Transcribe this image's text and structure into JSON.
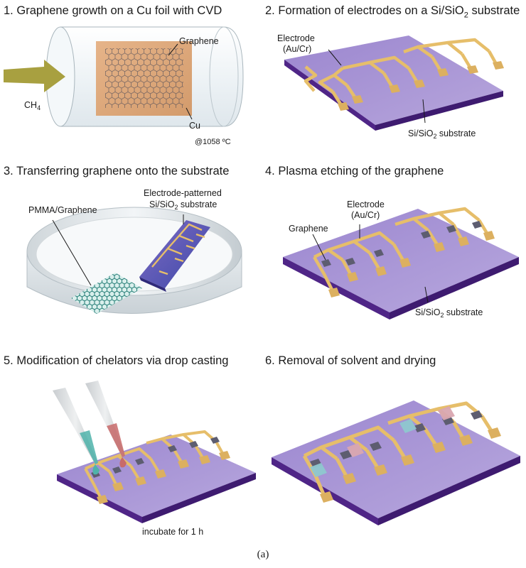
{
  "steps": [
    {
      "number": "1.",
      "title": "Graphene growth on a Cu foil with CVD"
    },
    {
      "number": "2.",
      "title": "Formation of electrodes on a Si/SiO",
      "title_sub": "2",
      "title_tail": " substrate"
    },
    {
      "number": "3.",
      "title": "Transferring graphene onto the substrate"
    },
    {
      "number": "4.",
      "title": "Plasma etching of the graphene"
    },
    {
      "number": "5.",
      "title": "Modification of chelators via drop casting"
    },
    {
      "number": "6.",
      "title": "Removal of solvent and drying"
    }
  ],
  "panel1": {
    "graphene_label": "Graphene",
    "gas_label": "CH",
    "gas_sub": "4",
    "cu_label": "Cu",
    "temperature_label": "@1058 ºC"
  },
  "panel2": {
    "electrode_label_1": "Electrode",
    "electrode_label_2": "(Au/Cr)",
    "substrate_label": "Si/SiO",
    "substrate_sub": "2",
    "substrate_tail": " substrate"
  },
  "panel3": {
    "pmma_label": "PMMA/Graphene",
    "patterned_label_1": "Electrode-patterned",
    "patterned_label_2": "Si/SiO",
    "patterned_sub": "2",
    "patterned_tail": " substrate"
  },
  "panel4": {
    "electrode_label_1": "Electrode",
    "electrode_label_2": "(Au/Cr)",
    "graphene_label": "Graphene",
    "substrate_label": "Si/SiO",
    "substrate_sub": "2",
    "substrate_tail": " substrate"
  },
  "panel5": {
    "incubate_label": "incubate for 1 h"
  },
  "caption": "(a)",
  "colors": {
    "substrate_top": "#a78fd0",
    "substrate_side": "#4f2587",
    "gold": "#e6be6a",
    "gold_pad": "#dcb060",
    "graphene_dark": "#5d5d70",
    "copper": "#dba57a",
    "arrow": "#a8a040",
    "tip_teal": "#4fb3aa",
    "tip_red": "#c86a6a"
  }
}
